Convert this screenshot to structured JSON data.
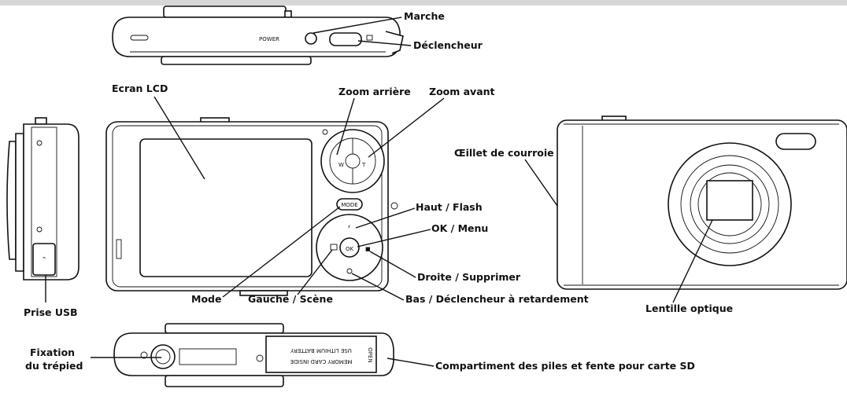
{
  "labels": {
    "marche": "Marche",
    "declencheur": "Déclencheur",
    "ecran_lcd": "Ecran LCD",
    "zoom_arriere": "Zoom arrière",
    "zoom_avant": "Zoom avant",
    "oeillet": "Œillet de courroie",
    "haut_flash": "Haut / Flash",
    "ok_menu": "OK / Menu",
    "droite_supprimer": "Droite / Supprimer",
    "bas_retardement": "Bas / Déclencheur à retardement",
    "mode": "Mode",
    "gauche_scene": "Gauche / Scène",
    "prise_usb": "Prise USB",
    "lentille": "Lentille optique",
    "fixation_1": "Fixation",
    "fixation_2": "du trépied",
    "compartiment": "Compartiment des piles et fente pour carte SD"
  },
  "camera_markings": {
    "power": "POWER",
    "mode_btn": "MODE",
    "ok_btn": "OK",
    "battery_line1": "USE LITHIUM BATTERY",
    "battery_line2": "MEMORY CARD INSIDE",
    "open": "OPEN"
  },
  "colors": {
    "stroke": "#111111",
    "topbar": "#d7d7d7"
  }
}
